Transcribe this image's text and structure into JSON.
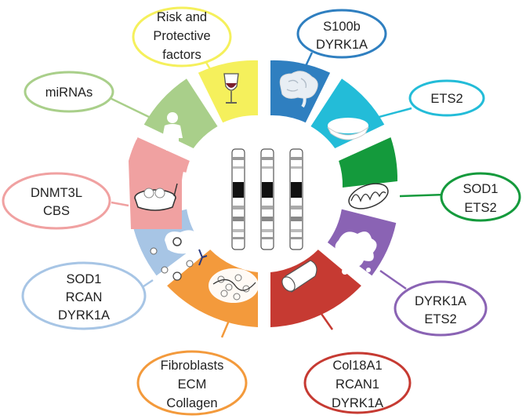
{
  "segments": [
    {
      "id": "risk",
      "color": "#f5f05c",
      "icon": "wine-glass-icon",
      "lines": [
        "Risk and",
        "Protective",
        "factors"
      ]
    },
    {
      "id": "brain",
      "color": "#2f7fc0",
      "icon": "brain-icon",
      "lines": [
        "S100b",
        "DYRK1A"
      ]
    },
    {
      "id": "ets2",
      "color": "#23bcd8",
      "icon": "dish-icon",
      "lines": [
        "ETS2"
      ]
    },
    {
      "id": "mito",
      "color": "#149a3c",
      "icon": "mitochondrion-icon",
      "lines": [
        "SOD1",
        "ETS2"
      ]
    },
    {
      "id": "cell",
      "color": "#8a63b4",
      "icon": "cell-icon",
      "lines": [
        "DYRK1A",
        "ETS2"
      ]
    },
    {
      "id": "vessel",
      "color": "#c63a32",
      "icon": "blood-vessel-icon",
      "lines": [
        "Col18A1",
        "RCAN1",
        "DYRK1A"
      ]
    },
    {
      "id": "fibroblast",
      "color": "#f39a3c",
      "icon": "fibroblast-icon",
      "lines": [
        "Fibroblasts",
        "ECM",
        "Collagen"
      ]
    },
    {
      "id": "immune",
      "color": "#a7c5e5",
      "icon": "immune-cells-icon",
      "lines": [
        "SOD1",
        "RCAN",
        "DYRK1A"
      ]
    },
    {
      "id": "dish",
      "color": "#f0a1a1",
      "icon": "petri-dish-icon",
      "lines": [
        "DNMT3L",
        "CBS"
      ]
    },
    {
      "id": "mirna",
      "color": "#a9cf8a",
      "icon": "child-icon",
      "lines": [
        "miRNAs"
      ]
    }
  ]
}
